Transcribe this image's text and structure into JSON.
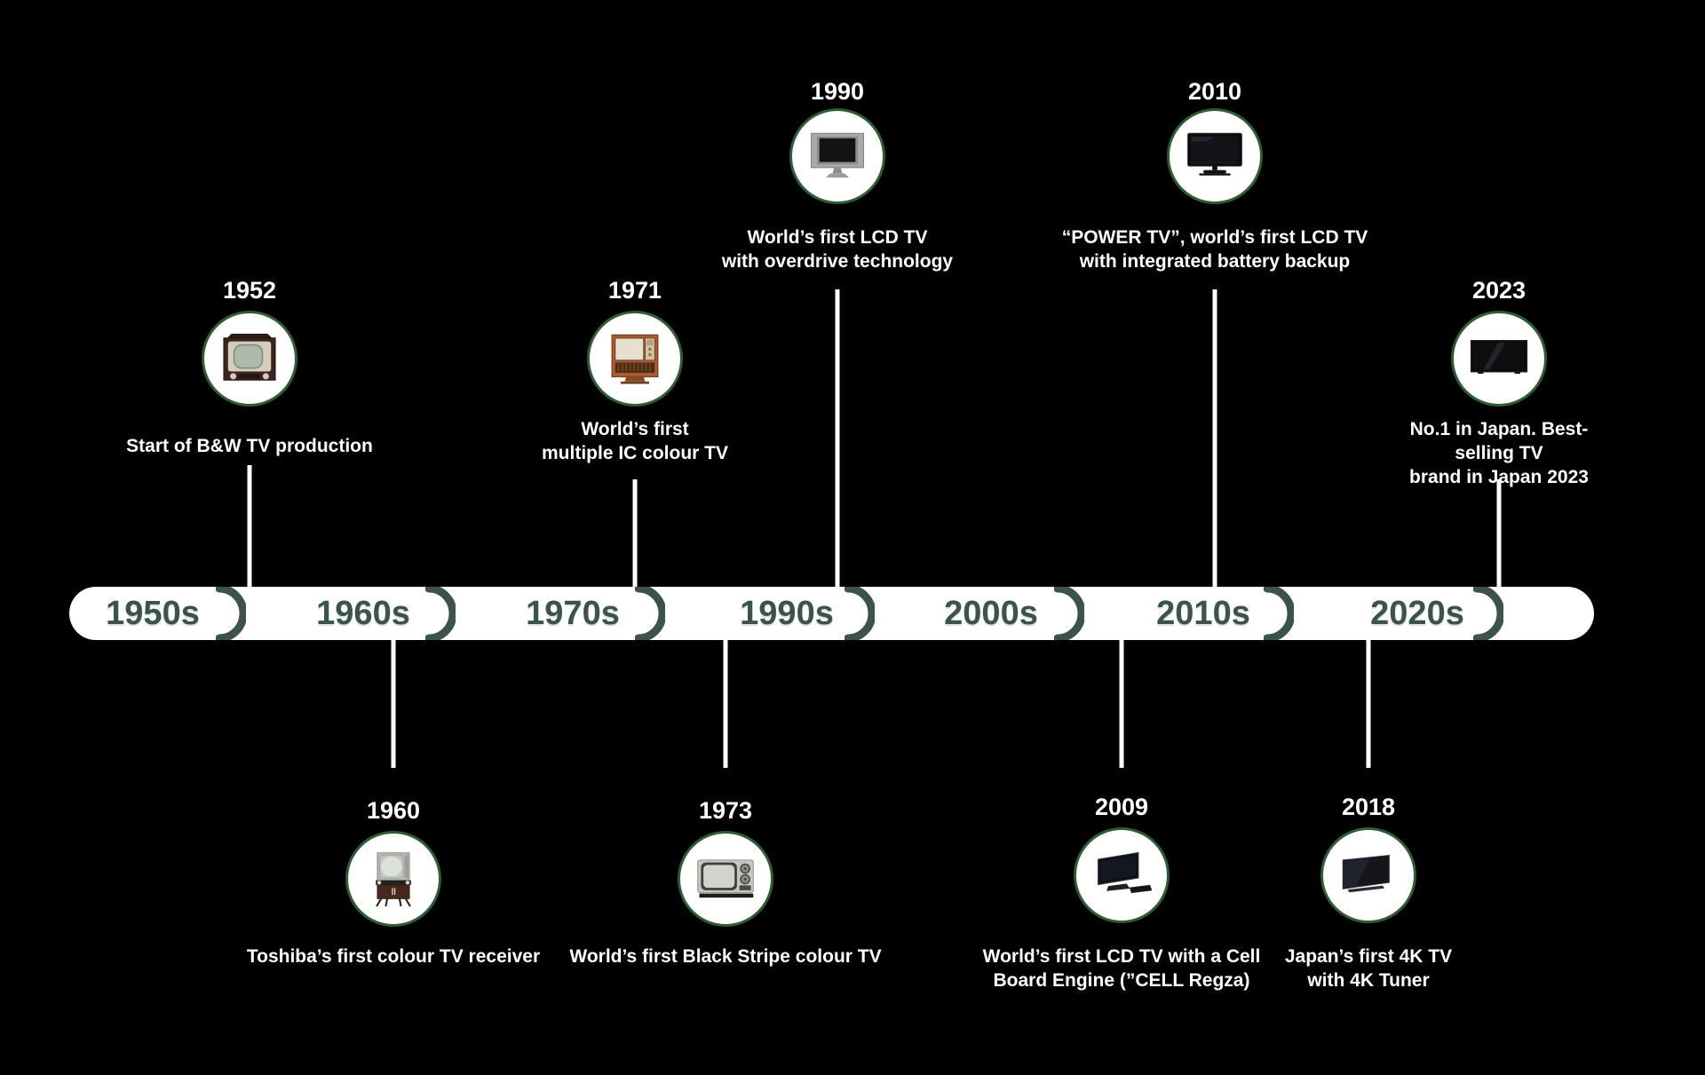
{
  "page": {
    "background_color": "#000000",
    "bar_color": "#ffffff",
    "decade_text_color": "#3b5349",
    "circle_ring_color": "#2e5c35",
    "event_text_color": "#ffffff"
  },
  "timeline": {
    "decades": [
      {
        "label": "1950s"
      },
      {
        "label": "1960s"
      },
      {
        "label": "1970s"
      },
      {
        "label": "1990s"
      },
      {
        "label": "2000s"
      },
      {
        "label": "2010s"
      },
      {
        "label": "2020s"
      }
    ]
  },
  "events": [
    {
      "year": "1952",
      "caption": "Start of B&W TV production",
      "icon": "crt-bw-tv-icon",
      "position": "above"
    },
    {
      "year": "1960",
      "caption": "Toshiba’s first colour TV receiver",
      "icon": "console-colour-tv-icon",
      "position": "below"
    },
    {
      "year": "1971",
      "caption": "World’s first\nmultiple IC colour TV",
      "icon": "wood-console-tv-icon",
      "position": "above"
    },
    {
      "year": "1973",
      "caption": "World’s first Black Stripe colour TV",
      "icon": "portable-tv-icon",
      "position": "below"
    },
    {
      "year": "1990",
      "caption": "World’s first LCD TV\nwith overdrive technology",
      "icon": "lcd-monitor-tv-icon",
      "position": "above"
    },
    {
      "year": "2009",
      "caption": "World’s first LCD TV with a Cell\nBoard Engine (”CELL Regza)",
      "icon": "cell-regza-tv-icon",
      "position": "below"
    },
    {
      "year": "2010",
      "caption": "“POWER TV”, world’s first LCD TV\nwith integrated battery backup",
      "icon": "power-tv-icon",
      "position": "above"
    },
    {
      "year": "2018",
      "caption": "Japan’s first 4K TV\nwith 4K Tuner",
      "icon": "4k-tv-icon",
      "position": "below"
    },
    {
      "year": "2023",
      "caption": "No.1 in Japan. Best-selling TV\nbrand in Japan 2023",
      "icon": "modern-4k-tv-icon",
      "position": "above"
    }
  ]
}
